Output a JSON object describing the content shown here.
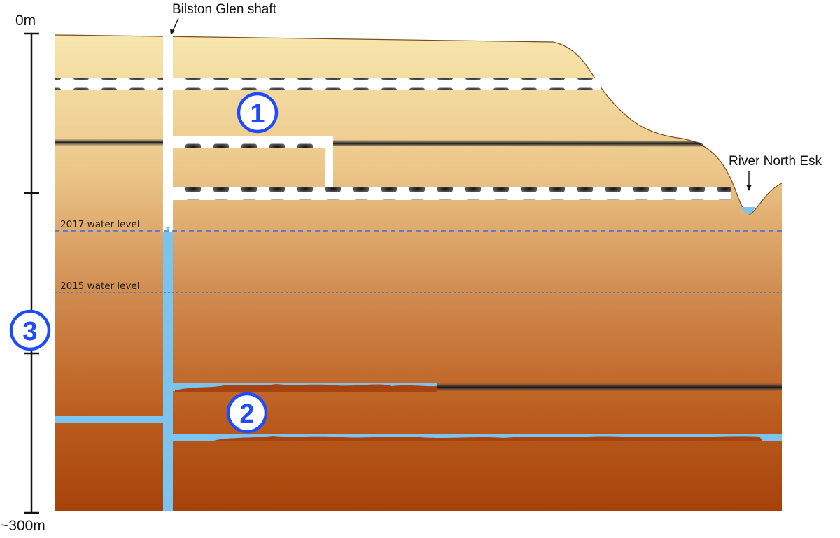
{
  "scale": {
    "top_label": "0m",
    "bottom_label": "~300m"
  },
  "labels": {
    "shaft": "Bilston Glen shaft",
    "river": "River North Esk",
    "water_2017": "2017 water level",
    "water_2015": "2015 water level"
  },
  "markers": [
    "1",
    "2",
    "3"
  ],
  "colors": {
    "water": "#7cc4f0",
    "water_line": "#3f6fd6",
    "marker": "#1f4bff",
    "seam_dark": "#1b1b1b",
    "strata_top": "#f5e3a8",
    "strata_bottom": "#a9430a"
  }
}
